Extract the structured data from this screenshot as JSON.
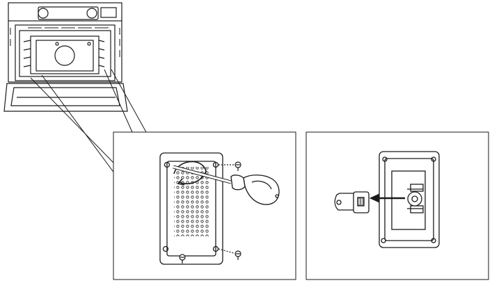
{
  "figure": {
    "panels": [
      {
        "id": "oven-overview",
        "description_text": ""
      },
      {
        "id": "remove-light-cover",
        "description_text": ""
      },
      {
        "id": "remove-bulb",
        "description_text": ""
      }
    ],
    "colors": {
      "stroke": "#1a1a1a",
      "fill_light": "#ffffff",
      "fill_shade": "#d9d9d9",
      "fill_dark": "#8a8a8a"
    },
    "icons": [
      "oven-icon",
      "screwdriver-icon",
      "light-cover-icon",
      "bulb-icon",
      "arrow-left-icon",
      "screw-icon"
    ]
  }
}
